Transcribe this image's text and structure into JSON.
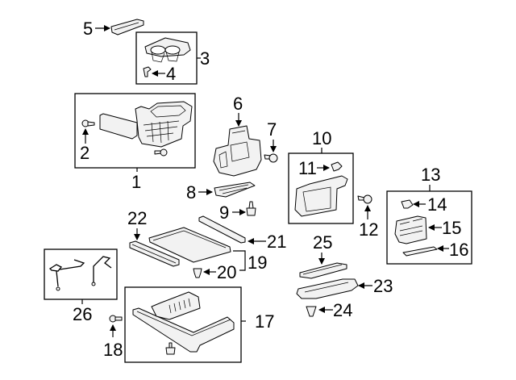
{
  "diagram": {
    "type": "exploded-parts-diagram",
    "callouts": {
      "c1": "1",
      "c2": "2",
      "c3": "3",
      "c4": "4",
      "c5": "5",
      "c6": "6",
      "c7": "7",
      "c8": "8",
      "c9": "9",
      "c10": "10",
      "c11": "11",
      "c12": "12",
      "c13": "13",
      "c14": "14",
      "c15": "15",
      "c16": "16",
      "c17": "17",
      "c18": "18",
      "c19": "19",
      "c20": "20",
      "c21": "21",
      "c22": "22",
      "c23": "23",
      "c24": "24",
      "c25": "25",
      "c26": "26"
    },
    "parts": [
      {
        "id": "1",
        "icon": "console-body-assembly"
      },
      {
        "id": "2",
        "icon": "screw"
      },
      {
        "id": "3",
        "icon": "cup-holder-assembly"
      },
      {
        "id": "4",
        "icon": "clip"
      },
      {
        "id": "5",
        "icon": "trim-panel"
      },
      {
        "id": "6",
        "icon": "bracket"
      },
      {
        "id": "7",
        "icon": "screw"
      },
      {
        "id": "8",
        "icon": "mat"
      },
      {
        "id": "9",
        "icon": "bolt"
      },
      {
        "id": "10",
        "icon": "bezel-assembly"
      },
      {
        "id": "11",
        "icon": "clip"
      },
      {
        "id": "12",
        "icon": "screw"
      },
      {
        "id": "13",
        "icon": "panel-assembly"
      },
      {
        "id": "14",
        "icon": "clip"
      },
      {
        "id": "15",
        "icon": "switch-panel"
      },
      {
        "id": "16",
        "icon": "trim-strip"
      },
      {
        "id": "17",
        "icon": "console-base-bracket"
      },
      {
        "id": "18",
        "icon": "screw"
      },
      {
        "id": "19",
        "icon": "tray-assembly"
      },
      {
        "id": "20",
        "icon": "clip"
      },
      {
        "id": "21",
        "icon": "rail"
      },
      {
        "id": "22",
        "icon": "rail"
      },
      {
        "id": "23",
        "icon": "tray"
      },
      {
        "id": "24",
        "icon": "clip"
      },
      {
        "id": "25",
        "icon": "mat"
      },
      {
        "id": "26",
        "icon": "cable-set"
      }
    ]
  }
}
